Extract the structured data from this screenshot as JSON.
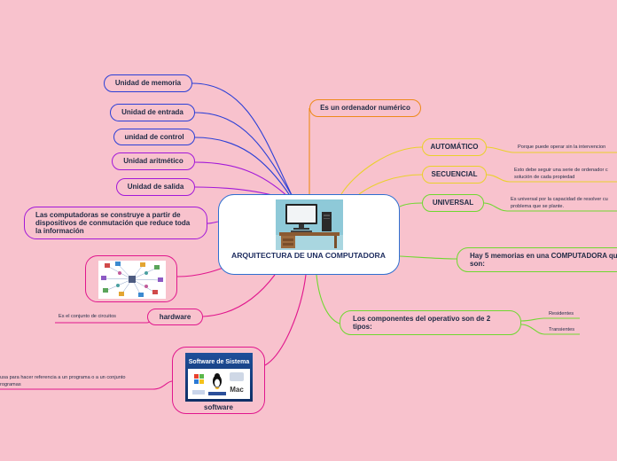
{
  "central": {
    "title": "ARQUITECTURA DE UNA COMPUTADORA"
  },
  "left_nodes": {
    "memoria": "Unidad de memoria",
    "entrada": "Unidad de entrada",
    "control": "unidad de control",
    "aritmetico": "Unidad aritmético",
    "salida": "Unidad de salida",
    "dispositivos": "Las computadoras se construye a partir de dispositivos de conmutación que reduce toda la información",
    "hardware": "hardware",
    "hardware_note": "Es el conjunto de circuitos",
    "software": "software",
    "software_note_line1": "usa para hacer referencia a un programa o a un conjunto",
    "software_note_line2": "rogramas",
    "software_image_title": "Software de Sistema",
    "software_image_mac": "Mac"
  },
  "right_nodes": {
    "numerico": "Es un ordenador numérico",
    "automatico": "AUTOMÁTICO",
    "automatico_note": "Porque puede operar sin la intervencion",
    "secuencial": "SECUENCIAL",
    "secuencial_note_line1": "Esto debe seguir una serie de ordenador c",
    "secuencial_note_line2": "solución de cada propiedad",
    "universal": "UNIVERSAL",
    "universal_note_line1": "Es universal por la capacidad de resolver cu",
    "universal_note_line2": "problema que se plante.",
    "memorias": "Hay 5 memorias en una COMPUTADORA qu son:",
    "componentes": "Los componentes del operativo son de 2 tipos:",
    "residentes": "Residentes",
    "transientes": "Transientes"
  },
  "colors": {
    "background": "#f8c2cd",
    "blue": "#2b3fd6",
    "purple": "#a318d8",
    "magenta": "#e1178d",
    "orange": "#ee8a1a",
    "yellow": "#ead02b",
    "green": "#6fd830",
    "central_border": "#2f6fd0"
  },
  "icons": {
    "central_image": "desktop-computer-on-desk",
    "network_image": "device-network-diagram",
    "software_image": "operating-system-logos"
  }
}
